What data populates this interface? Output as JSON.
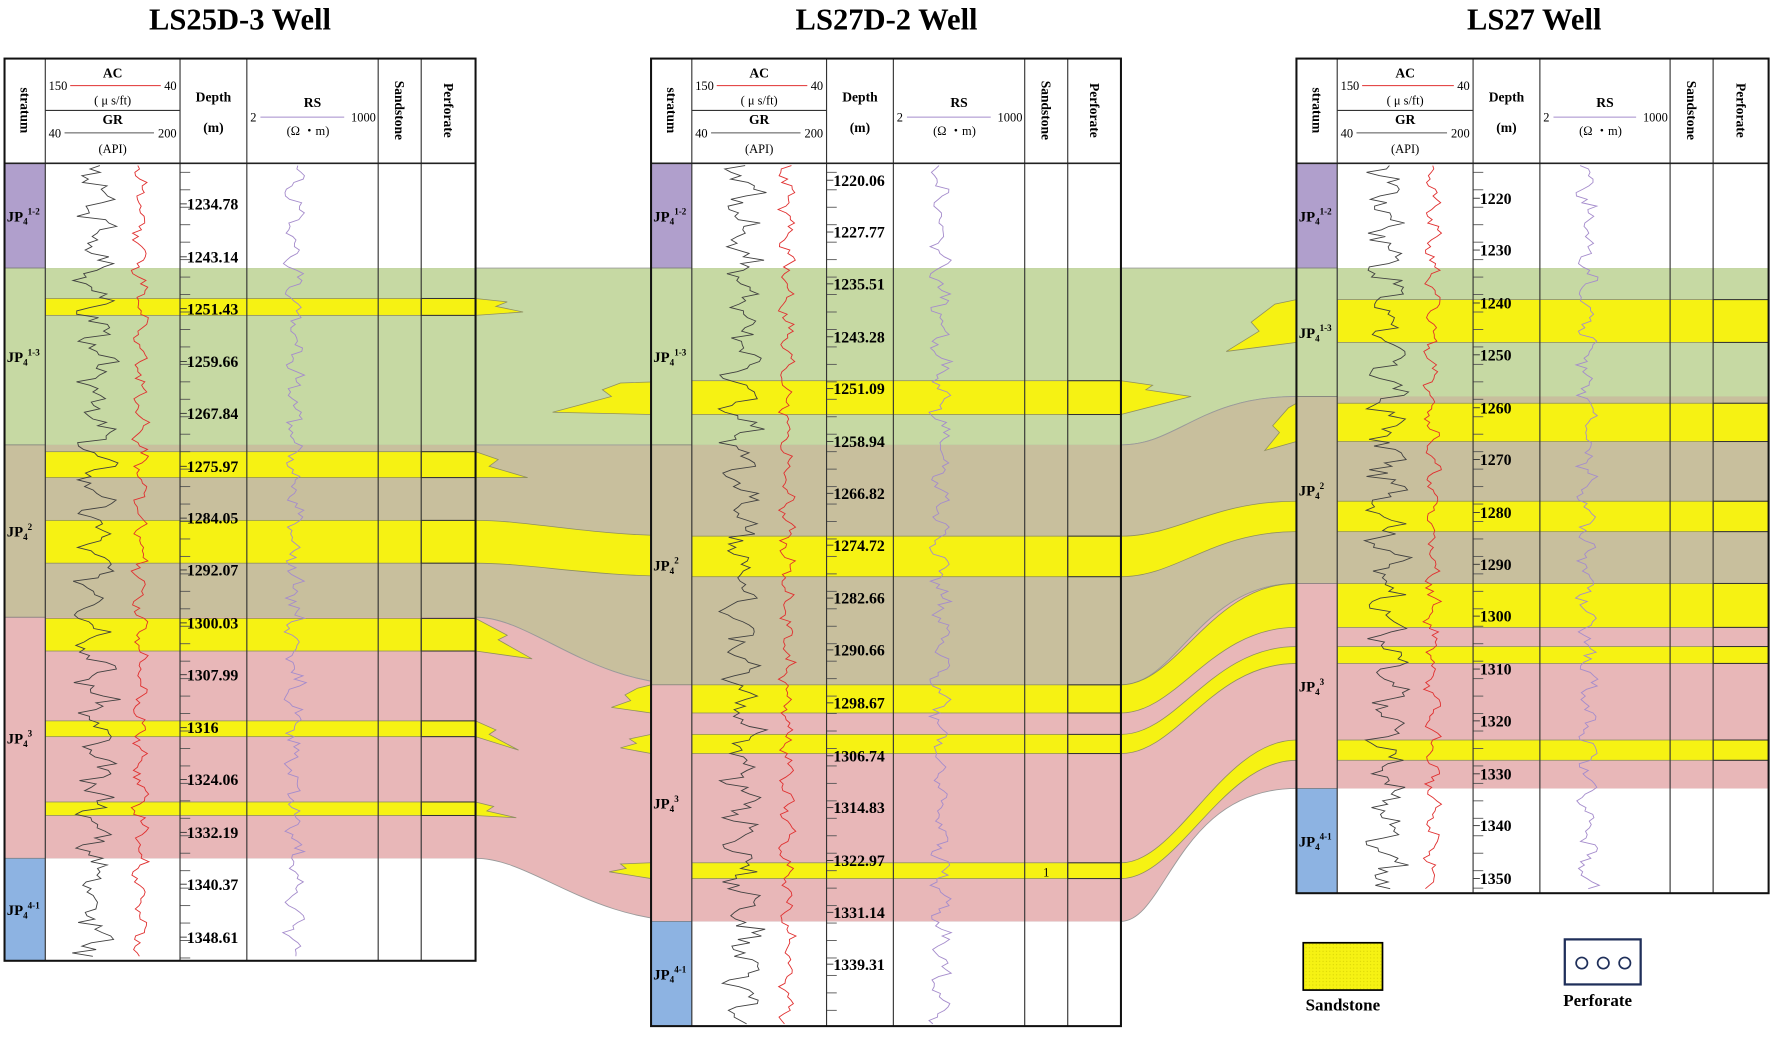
{
  "colors": {
    "jp4_1_2": "#b09fcc",
    "jp4_1_3": "#c6d9a3",
    "jp4_2": "#c8bf9d",
    "jp4_3": "#e8b7b8",
    "jp4_4_1": "#8db3e2",
    "sandstone": "#f6f213",
    "ac_curve": "#e03030",
    "gr_curve": "#404040",
    "rs_curve": "#a58ccc",
    "perforate_border": "#1f2f5a"
  },
  "header": {
    "stratum": "stratum",
    "ac_label": "AC",
    "ac_min": "150",
    "ac_max": "40",
    "ac_unit": "( μ s/ft)",
    "gr_label": "GR",
    "gr_min": "40",
    "gr_max": "200",
    "gr_unit": "(API)",
    "depth_label": "Depth",
    "depth_unit": "(m)",
    "rs_label": "RS",
    "rs_min": "2",
    "rs_max": "1000",
    "rs_unit": "(Ω ・m)",
    "sandstone": "Sandstone",
    "perforate": "Perforate"
  },
  "wells": [
    {
      "name": "LS25D-3 Well",
      "depth_labels": [
        "1234.78",
        "1243.14",
        "1251.43",
        "1259.66",
        "1267.84",
        "1275.97",
        "1284.05",
        "1292.07",
        "1300.03",
        "1307.99",
        "1316",
        "1324.06",
        "1332.19",
        "1340.37",
        "1348.61"
      ],
      "strata": [
        {
          "name": "JP4",
          "sup": "1-2",
          "sub": "4"
        },
        {
          "name": "JP4",
          "sup": "1-3",
          "sub": "4"
        },
        {
          "name": "JP4",
          "sup": "2",
          "sub": "4"
        },
        {
          "name": "JP4",
          "sup": "3",
          "sub": "4"
        },
        {
          "name": "JP4",
          "sup": "4-1",
          "sub": "4"
        }
      ]
    },
    {
      "name": "LS27D-2 Well",
      "depth_labels": [
        "1220.06",
        "1227.77",
        "1235.51",
        "1243.28",
        "1251.09",
        "1258.94",
        "1266.82",
        "1274.72",
        "1282.66",
        "1290.66",
        "1298.67",
        "1306.74",
        "1314.83",
        "1322.97",
        "1331.14",
        "1339.31"
      ],
      "strata": [
        {
          "name": "JP4",
          "sup": "1-2",
          "sub": "4"
        },
        {
          "name": "JP4",
          "sup": "1-3",
          "sub": "4"
        },
        {
          "name": "JP4",
          "sup": "2",
          "sub": "4"
        },
        {
          "name": "JP4",
          "sup": "3",
          "sub": "4"
        },
        {
          "name": "JP4",
          "sup": "4-1",
          "sub": "4"
        }
      ],
      "sandstone_note": "1"
    },
    {
      "name": "LS27 Well",
      "depth_labels": [
        "1220",
        "1230",
        "1240",
        "1250",
        "1260",
        "1270",
        "1280",
        "1290",
        "1300",
        "1310",
        "1320",
        "1330",
        "1340",
        "1350"
      ],
      "strata": [
        {
          "name": "JP4",
          "sup": "1-2",
          "sub": "4"
        },
        {
          "name": "JP4",
          "sup": "1-3",
          "sub": "4"
        },
        {
          "name": "JP4",
          "sup": "2",
          "sub": "4"
        },
        {
          "name": "JP4",
          "sup": "3",
          "sub": "4"
        },
        {
          "name": "JP4",
          "sup": "4-1",
          "sub": "4"
        }
      ]
    }
  ],
  "legend": {
    "sandstone": "Sandstone",
    "perforate": "Perforate"
  }
}
